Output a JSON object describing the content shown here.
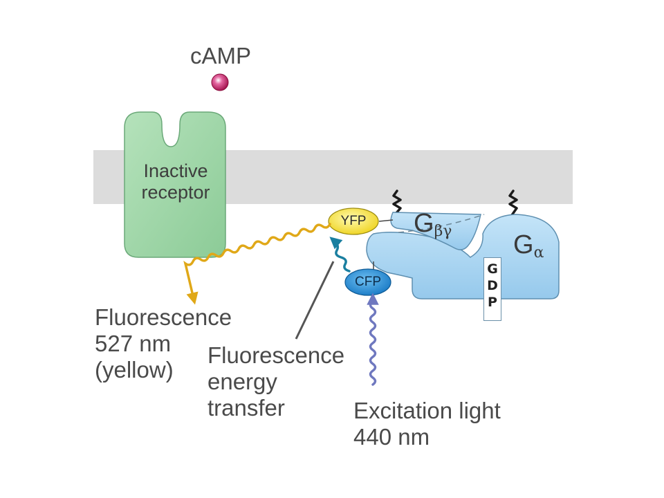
{
  "labels": {
    "camp": "cAMP",
    "receptor_line1": "Inactive",
    "receptor_line2": "receptor",
    "yfp": "YFP",
    "cfp": "CFP",
    "g_beta_gamma": "G",
    "g_beta_gamma_sub": "βγ",
    "g_alpha": "G",
    "g_alpha_sub": "α",
    "gdp": [
      "G",
      "D",
      "P"
    ],
    "fluorescence_yellow": [
      "Fluorescence",
      "527 nm",
      "(yellow)"
    ],
    "energy_transfer": [
      "Fluorescence",
      "energy",
      "transfer"
    ],
    "excitation": [
      "Excitation light",
      "440 nm"
    ]
  },
  "colors": {
    "membrane": "#dcdcdc",
    "receptor_fill": "#9fd6a8",
    "camp_ball": "#c2185b",
    "g_protein_fill": "#a6d4f2",
    "yfp_fill": "#f5e63a",
    "cfp_fill": "#2a8fd6",
    "yellow_wave": "#e0a818",
    "teal_wave": "#1a7fa0",
    "excitation_wave": "#6f78bf",
    "pointer_line": "#555555"
  }
}
